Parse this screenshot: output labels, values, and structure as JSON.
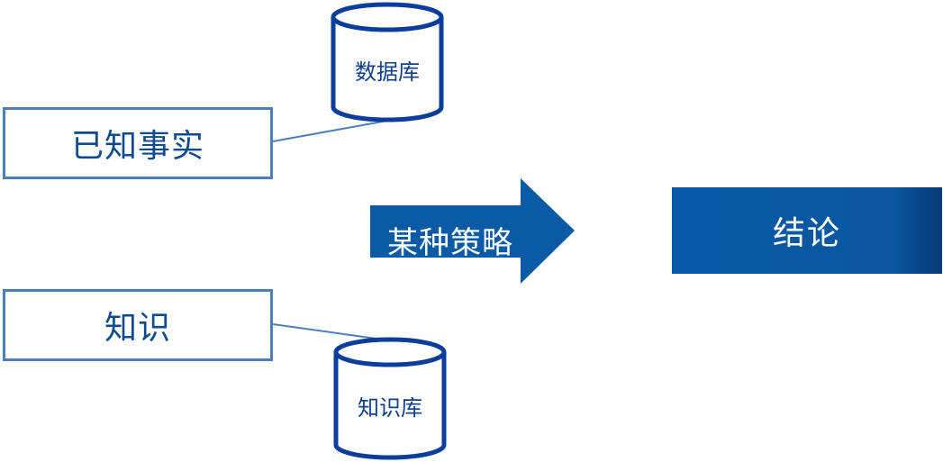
{
  "nodes": {
    "known_facts": "已知事实",
    "knowledge": "知识",
    "database": "数据库",
    "knowledge_base": "知识库",
    "strategy": "某种策略",
    "conclusion": "结论"
  },
  "colors": {
    "box_border": "#4f7fbb",
    "cylinder_stroke": "#0a3d9c",
    "arrow_fill": "#0b5aa5",
    "conclusion_fill": "#0859a6",
    "box_text": "#0d4a8f"
  }
}
